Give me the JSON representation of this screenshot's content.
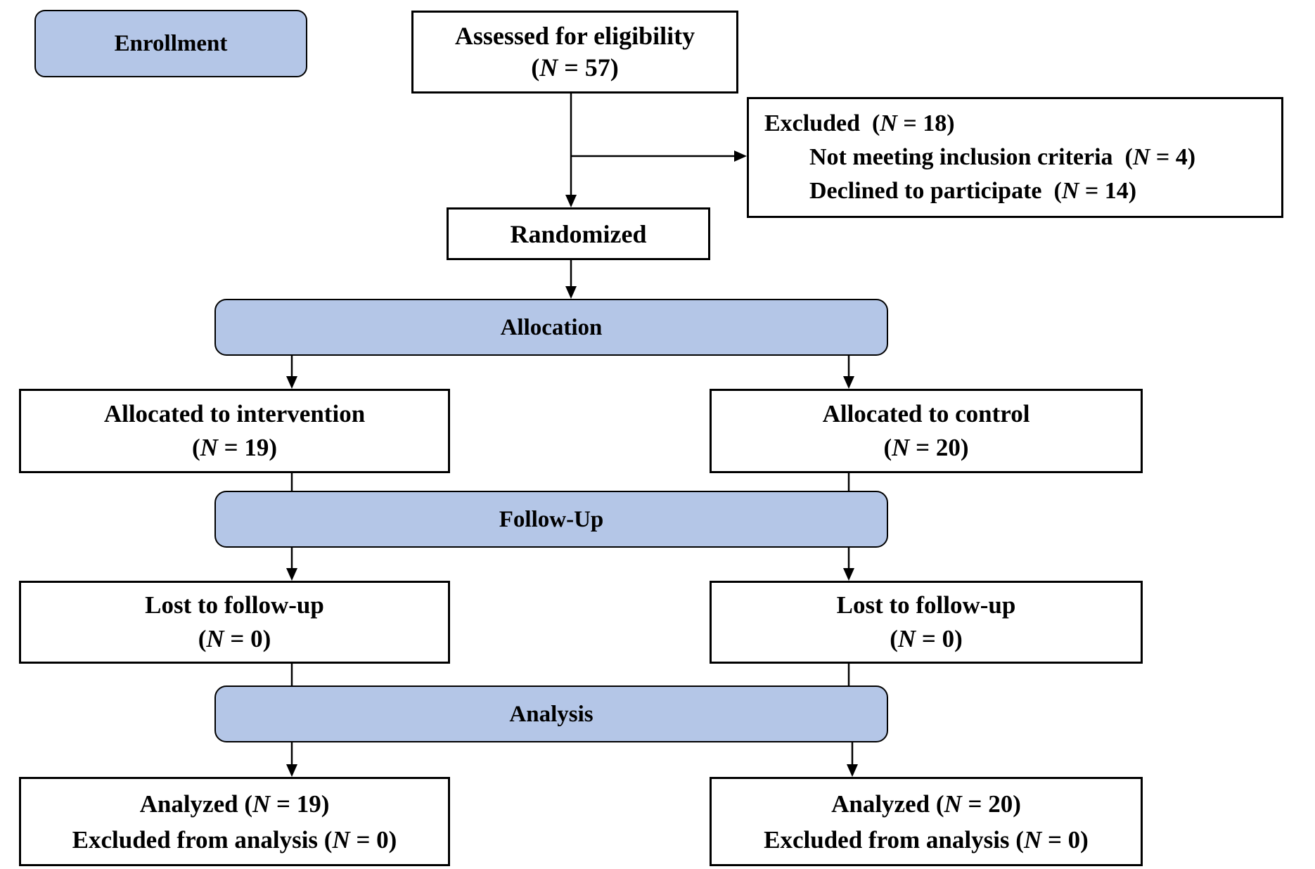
{
  "diagram": {
    "kind": "CONSORT participant flow diagram",
    "colors": {
      "stage_banner_fill": "#b4c6e7",
      "box_fill": "#ffffff",
      "border": "#000000",
      "background": "#ffffff"
    },
    "stages": {
      "enrollment": {
        "label": "Enrollment"
      },
      "allocation": {
        "label": "Allocation"
      },
      "follow_up": {
        "label": "Follow-Up"
      },
      "analysis": {
        "label": "Analysis"
      }
    },
    "boxes": {
      "assessed": {
        "line1": "Assessed for eligibility",
        "line2": "(N = 57)"
      },
      "excluded": {
        "line1": "Excluded  (N = 18)",
        "line2": "Not meeting inclusion criteria  (N = 4)",
        "line3": "Declined to participate  (N = 14)"
      },
      "randomized": {
        "line1": "Randomized"
      },
      "allocated_intervention": {
        "line1": "Allocated to intervention",
        "line2": "(N = 19)"
      },
      "allocated_control": {
        "line1": "Allocated to control",
        "line2": "(N = 20)"
      },
      "lost_intervention": {
        "line1": "Lost to follow-up",
        "line2": "(N = 0)"
      },
      "lost_control": {
        "line1": "Lost to follow-up",
        "line2": "(N = 0)"
      },
      "analyzed_intervention": {
        "line1": "Analyzed (N = 19)",
        "line2": "Excluded from analysis (N = 0)"
      },
      "analyzed_control": {
        "line1": "Analyzed (N = 20)",
        "line2": "Excluded from analysis (N = 0)"
      }
    }
  }
}
